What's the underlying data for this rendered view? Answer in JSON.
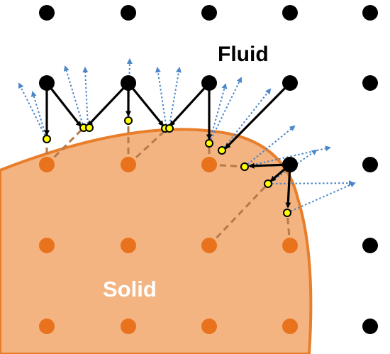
{
  "labels": {
    "fluid": "Fluid",
    "solid": "Solid"
  },
  "colors": {
    "solid_fill": "#f3b482",
    "solid_outline": "#e87e2a",
    "solid_node": "#e9721d",
    "fluid_node": "#000000",
    "boundary_point_fill": "#ffff00",
    "boundary_point_stroke": "#000000",
    "link_arrow": "#000000",
    "normal_arrow": "#4a86c8",
    "projection_line": "#b57a4b",
    "fluid_label": "#000000",
    "solid_label": "#ffffff"
  },
  "icons": {
    "lattice_node": "filled-circle",
    "boundary_intersection": "yellow-circle",
    "link_vector": "solid-arrow",
    "normal_vector": "dotted-arrow"
  }
}
